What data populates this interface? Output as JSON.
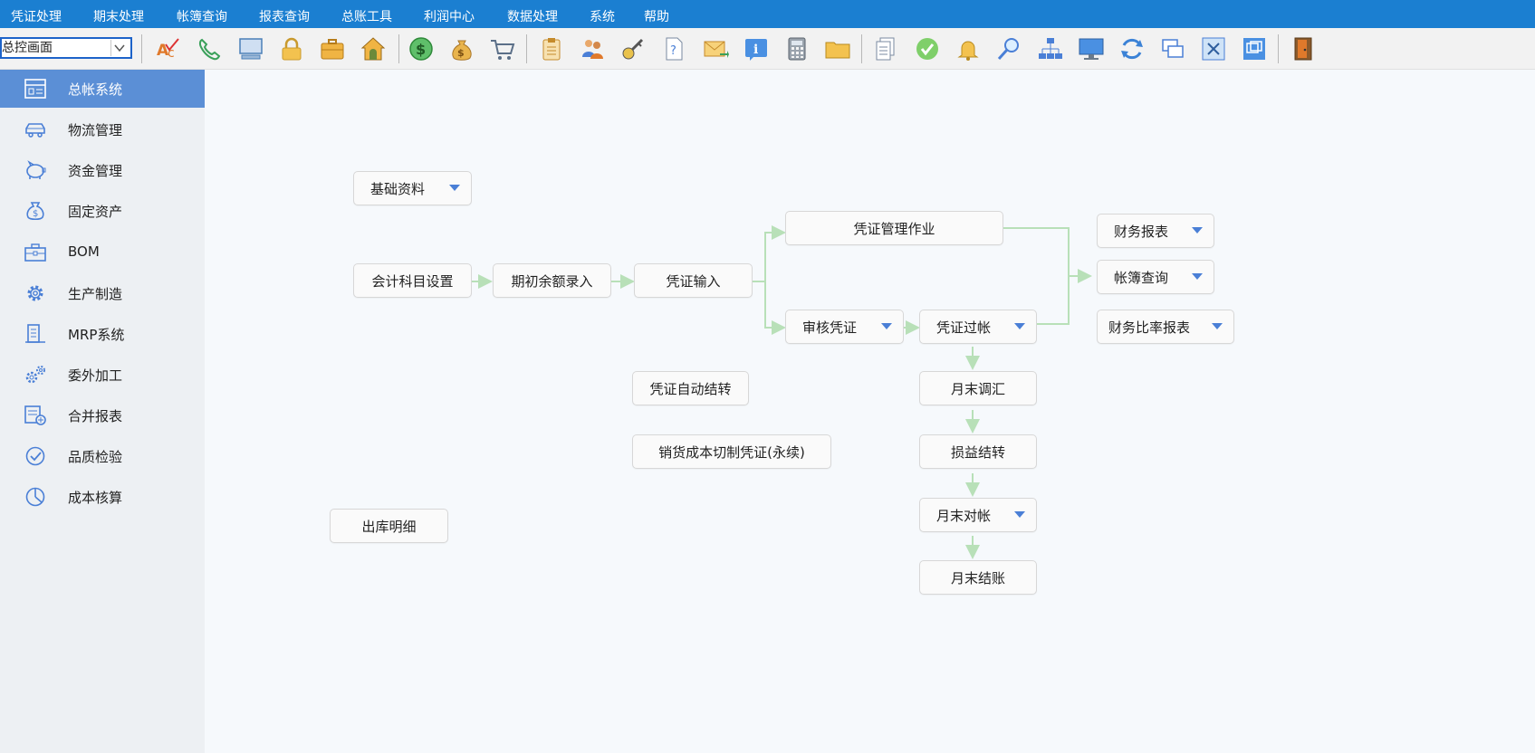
{
  "menubar": {
    "items": [
      "凭证处理",
      "期末处理",
      "帐簿查询",
      "报表查询",
      "总账工具",
      "利润中心",
      "数据处理",
      "系统",
      "帮助"
    ]
  },
  "toolbar": {
    "view_select": "总控画面",
    "icons": [
      "spell-check-icon",
      "phone-icon",
      "computer-icon",
      "lock-icon",
      "briefcase-icon",
      "home-icon",
      "dollar-coin-icon",
      "money-bag-icon",
      "shopping-cart-icon",
      "clipboard-icon",
      "users-icon",
      "key-icon",
      "help-document-icon",
      "envelope-icon",
      "info-icon",
      "calculator-icon",
      "folder-icon",
      "documents-icon",
      "check-circle-icon",
      "bell-icon",
      "search-icon",
      "org-chart-icon",
      "monitor-icon",
      "refresh-icon",
      "windows-icon",
      "close-window-icon",
      "restore-window-icon",
      "exit-door-icon"
    ]
  },
  "sidebar": {
    "items": [
      {
        "label": "总帐系统",
        "icon": "ledger-icon",
        "active": true
      },
      {
        "label": "物流管理",
        "icon": "car-icon"
      },
      {
        "label": "资金管理",
        "icon": "piggy-bank-icon"
      },
      {
        "label": "固定资产",
        "icon": "money-bag-icon"
      },
      {
        "label": "BOM",
        "icon": "toolbox-icon"
      },
      {
        "label": "生产制造",
        "icon": "gear-icon"
      },
      {
        "label": "MRP系统",
        "icon": "building-icon"
      },
      {
        "label": "委外加工",
        "icon": "gears-icon"
      },
      {
        "label": "合并报表",
        "icon": "report-add-icon"
      },
      {
        "label": "品质检验",
        "icon": "check-circle-icon"
      },
      {
        "label": "成本核算",
        "icon": "pie-chart-icon"
      }
    ]
  },
  "flow": {
    "basic_data": "基础资料",
    "account_setup": "会计科目设置",
    "opening_balance": "期初余额录入",
    "voucher_input": "凭证输入",
    "voucher_management": "凭证管理作业",
    "audit_voucher": "审核凭证",
    "post_voucher": "凭证过帐",
    "financial_reports": "财务报表",
    "ledger_query": "帐簿查询",
    "ratio_reports": "财务比率报表",
    "auto_transfer": "凭证自动结转",
    "cost_of_sales": "销货成本切制凭证(永续)",
    "month_end_fx": "月末调汇",
    "pl_transfer": "损益结转",
    "month_end_reconcile": "月末对帐",
    "month_end_close": "月末结账",
    "outbound_detail": "出库明细"
  },
  "colors": {
    "menubar": "#1b7fd1",
    "sidebar_active": "#5b8fd6",
    "connector": "#b8e0b8",
    "caret": "#4a7fd6"
  }
}
